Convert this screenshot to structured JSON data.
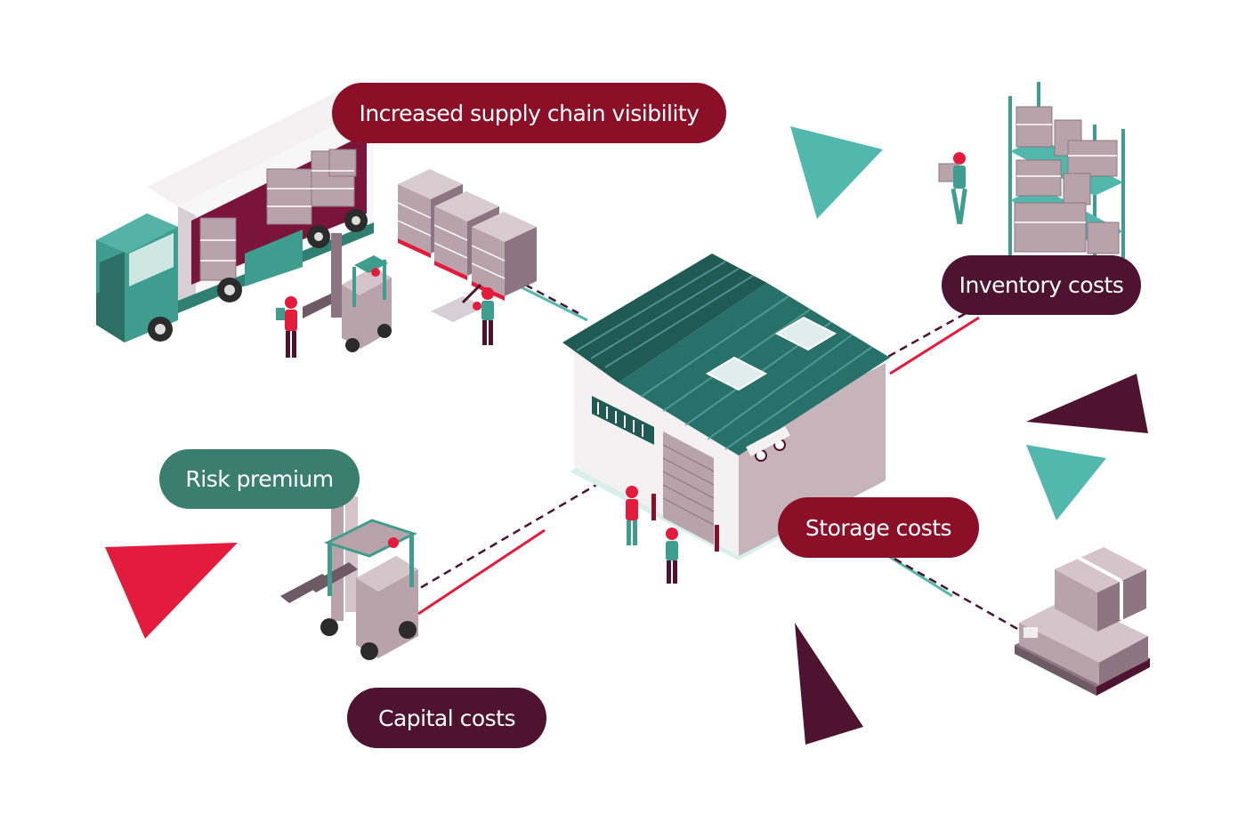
{
  "palette": {
    "crimson": "#8b1027",
    "plum": "#4d1330",
    "teal_dark": "#3a7e70",
    "teal": "#52b8ad",
    "red": "#e31b3c",
    "roof": "#1f5a55",
    "wall": "#ece7ea",
    "wall_shade": "#c7b3ba",
    "box": "#b9a3ab",
    "box_dark": "#8c7480",
    "truck": "#3e9d8f",
    "white": "#ffffff"
  },
  "labels": {
    "visibility": {
      "text": "Increased supply chain visibility",
      "color": "#8b1027"
    },
    "inventory": {
      "text": "Inventory costs",
      "color": "#4d1330"
    },
    "risk": {
      "text": "Risk premium",
      "color": "#3a7e70"
    },
    "storage": {
      "text": "Storage costs",
      "color": "#8b1027"
    },
    "capital": {
      "text": "Capital costs",
      "color": "#4d1330"
    }
  },
  "icons": [
    "truck-icon",
    "forklift-icon",
    "warehouse-icon",
    "pallet-stack-icon",
    "pallet-jack-icon",
    "storage-rack-icon",
    "worker-icon",
    "boxes-pallet-icon",
    "triangle-decoration"
  ]
}
